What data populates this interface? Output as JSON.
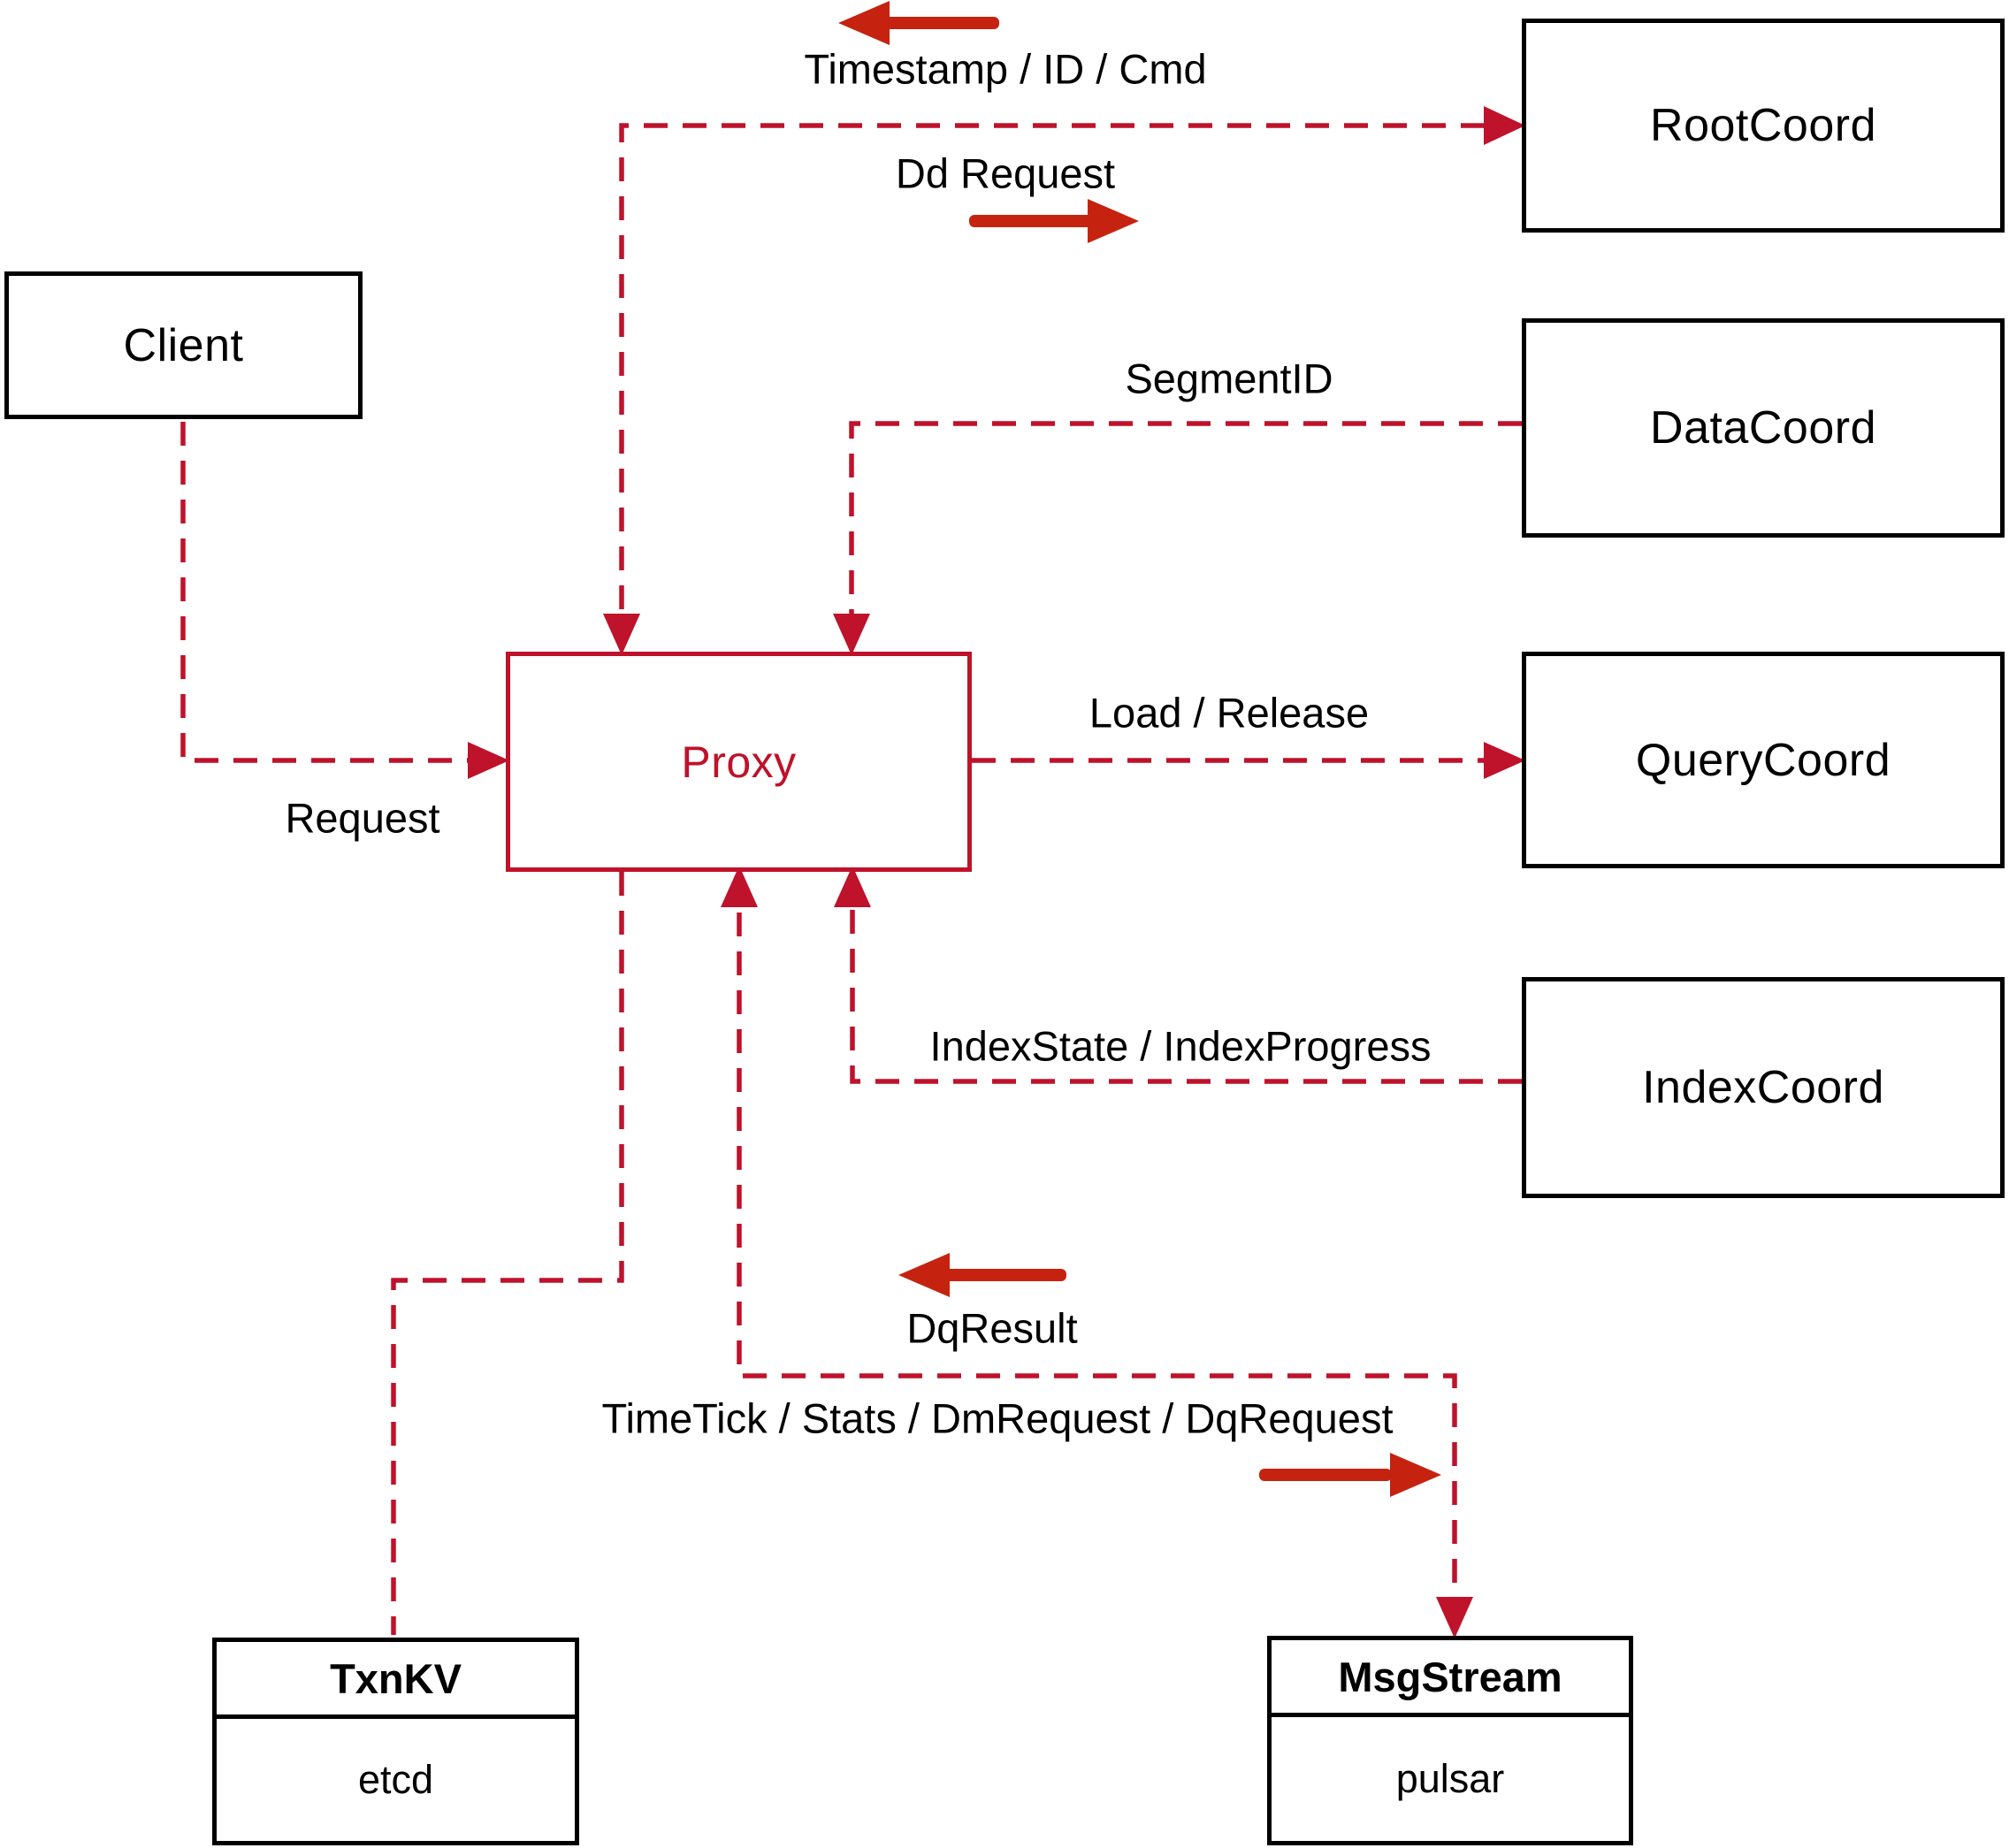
{
  "title": "Milvus Proxy architecture diagram",
  "colors": {
    "connector_red": "#bf122b",
    "annotation_arrow_red": "#c52310",
    "box_border_black": "#000000",
    "text_black": "#000000",
    "background": "#ffffff"
  },
  "nodes": {
    "client": {
      "label": "Client"
    },
    "proxy": {
      "label": "Proxy"
    },
    "root_coord": {
      "label": "RootCoord"
    },
    "data_coord": {
      "label": "DataCoord"
    },
    "query_coord": {
      "label": "QueryCoord"
    },
    "index_coord": {
      "label": "IndexCoord"
    },
    "txn_kv": {
      "title": "TxnKV",
      "impl": "etcd"
    },
    "msg_stream": {
      "title": "MsgStream",
      "impl": "pulsar"
    }
  },
  "edge_labels": {
    "timestamp_id_cmd": "Timestamp / ID / Cmd",
    "dd_request": "Dd Request",
    "segment_id": "SegmentID",
    "request": "Request",
    "load_release": "Load / Release",
    "index_state_progress": "IndexState / IndexProgress",
    "dq_result": "DqResult",
    "timetick_stats": "TimeTick / Stats / DmRequest / DqRequest"
  }
}
